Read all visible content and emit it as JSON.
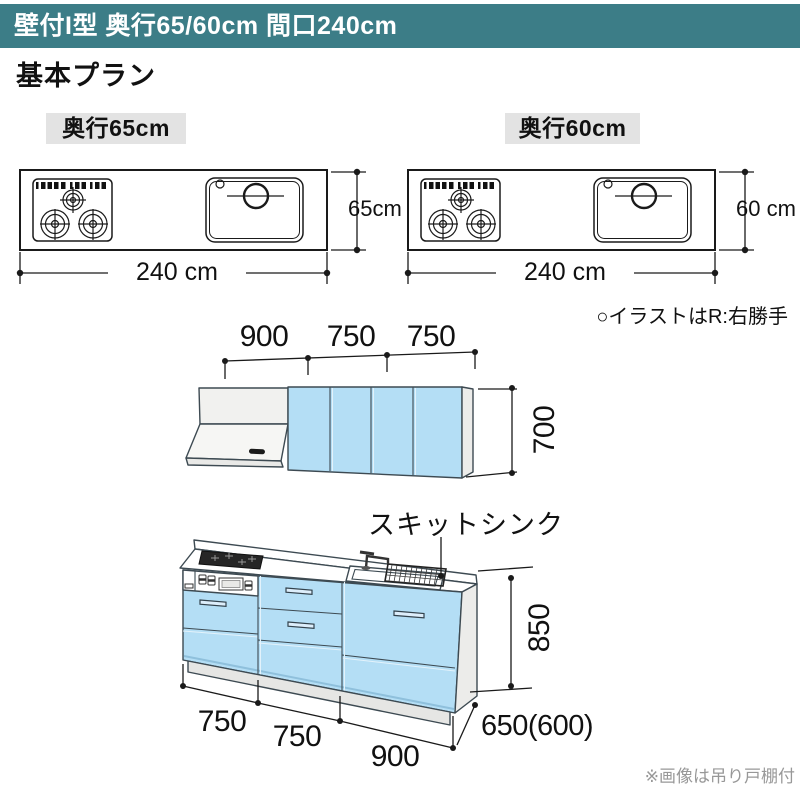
{
  "header": {
    "title": "壁付I型 奥行65/60cm 間口240cm"
  },
  "page": {
    "subtitle": "基本プラン"
  },
  "plan_left": {
    "label": "奥行65cm",
    "width": "240 cm",
    "depth": "65cm"
  },
  "plan_right": {
    "label": "奥行60cm",
    "width": "240 cm",
    "depth": "60 cm"
  },
  "notes": {
    "handed": "○イラストはR:右勝手",
    "footnote": "※画像は吊り戸棚付"
  },
  "wall_cabinet": {
    "dim1": "900",
    "dim2": "750",
    "dim3": "750",
    "height": "700"
  },
  "base_unit": {
    "sink_label": "スキットシンク",
    "height": "850",
    "w1": "750",
    "w2": "750",
    "w3": "900",
    "depth": "650(600)"
  },
  "colors": {
    "header_bg": "#3c7d87",
    "cabinet_blue": "#b4def5",
    "label_bg": "#e3e3e3",
    "outline": "#3d4a52"
  }
}
